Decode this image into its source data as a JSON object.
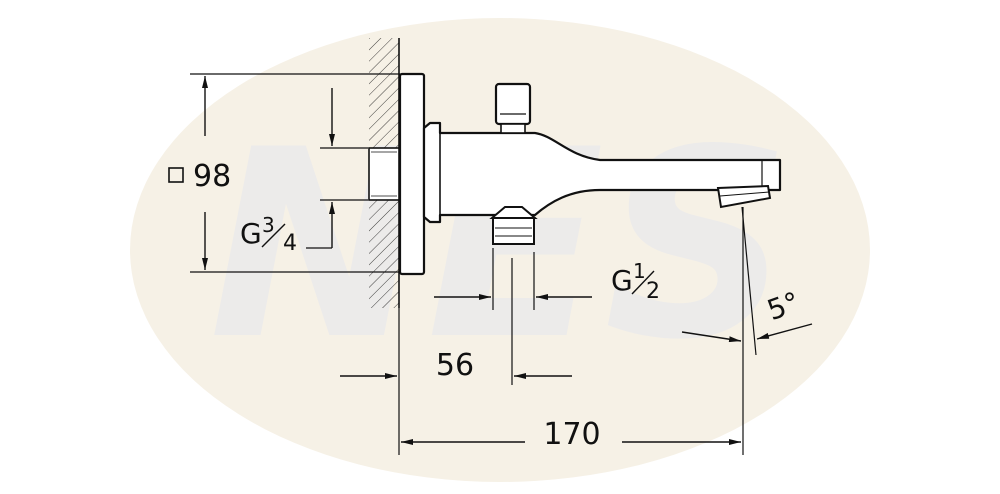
{
  "drawing": {
    "colors": {
      "line": "#111111",
      "watermark_fill": "#f6f1e6",
      "watermark_text": "#e9e9ec",
      "background": "#ffffff"
    },
    "watermark": {
      "text": "NES"
    },
    "dimensions": {
      "plate_square": {
        "symbol": "□",
        "value": "98"
      },
      "inlet_thread": {
        "prefix": "G",
        "numerator": "3",
        "denominator": "4"
      },
      "outlet_thread": {
        "prefix": "G",
        "numerator": "1",
        "denominator": "2"
      },
      "projection_short": {
        "value": "56"
      },
      "projection_total": {
        "value": "170"
      },
      "spout_angle": {
        "value": "5°"
      }
    }
  }
}
